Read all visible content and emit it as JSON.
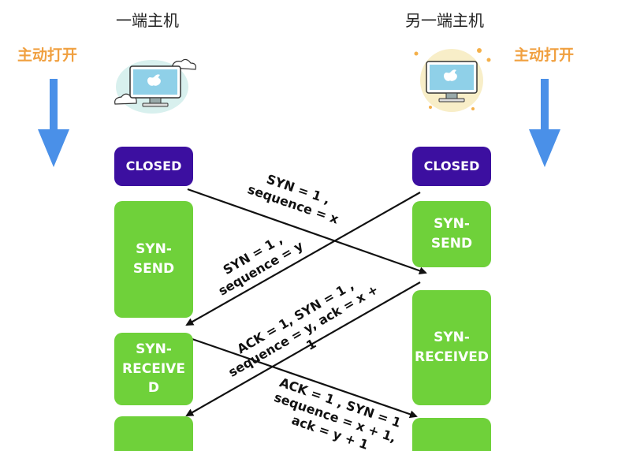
{
  "hosts": {
    "left": {
      "title": "一端主机",
      "open_label": "主动打开",
      "icon": "apple-monitor-icon"
    },
    "right": {
      "title": "另一端主机",
      "open_label": "主动打开",
      "icon": "apple-monitor-icon"
    }
  },
  "left_states": [
    {
      "id": "closed",
      "label": "CLOSED"
    },
    {
      "id": "syn-send",
      "label": "SYN-\nSEND"
    },
    {
      "id": "syn-received",
      "label": "SYN-\nRECEIVE\nD"
    },
    {
      "id": "established",
      "label": ""
    }
  ],
  "right_states": [
    {
      "id": "closed",
      "label": "CLOSED"
    },
    {
      "id": "syn-send",
      "label": "SYN-\nSEND"
    },
    {
      "id": "syn-received",
      "label": "SYN-\nRECEIVED"
    },
    {
      "id": "established",
      "label": ""
    }
  ],
  "messages": [
    {
      "id": "left-syn",
      "text": "SYN = 1 ,\nsequence = x"
    },
    {
      "id": "right-syn",
      "text": "SYN = 1 ,\nsequence = y"
    },
    {
      "id": "right-ack",
      "text": "ACK = 1, SYN = 1 ,\nsequence = y, ack = x + 1"
    },
    {
      "id": "left-ack",
      "text": "ACK = 1 , SYN = 1\nsequence = x + 1,\nack = y + 1"
    }
  ],
  "colors": {
    "closed": "#3c0fa0",
    "state_green": "#6fd13a",
    "open_label": "#f0a040",
    "arrow_blue": "#4a90e8"
  }
}
